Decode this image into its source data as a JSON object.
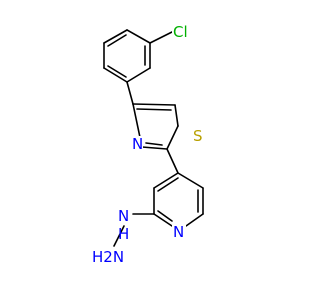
{
  "diagram": {
    "type": "chemical-structure",
    "atom_labels": {
      "chlorine": "Cl",
      "thiazole_sulfur": "S",
      "thiazole_nitrogen": "N",
      "pyridine_nitrogen": "N",
      "hydrazine_nh": "N",
      "hydrazine_h": "H",
      "amine": "H2N"
    },
    "colors": {
      "bond": "#000000",
      "chlorine": "#00b000",
      "sulfur": "#b8a000",
      "nitrogen": "#0000ff"
    }
  }
}
